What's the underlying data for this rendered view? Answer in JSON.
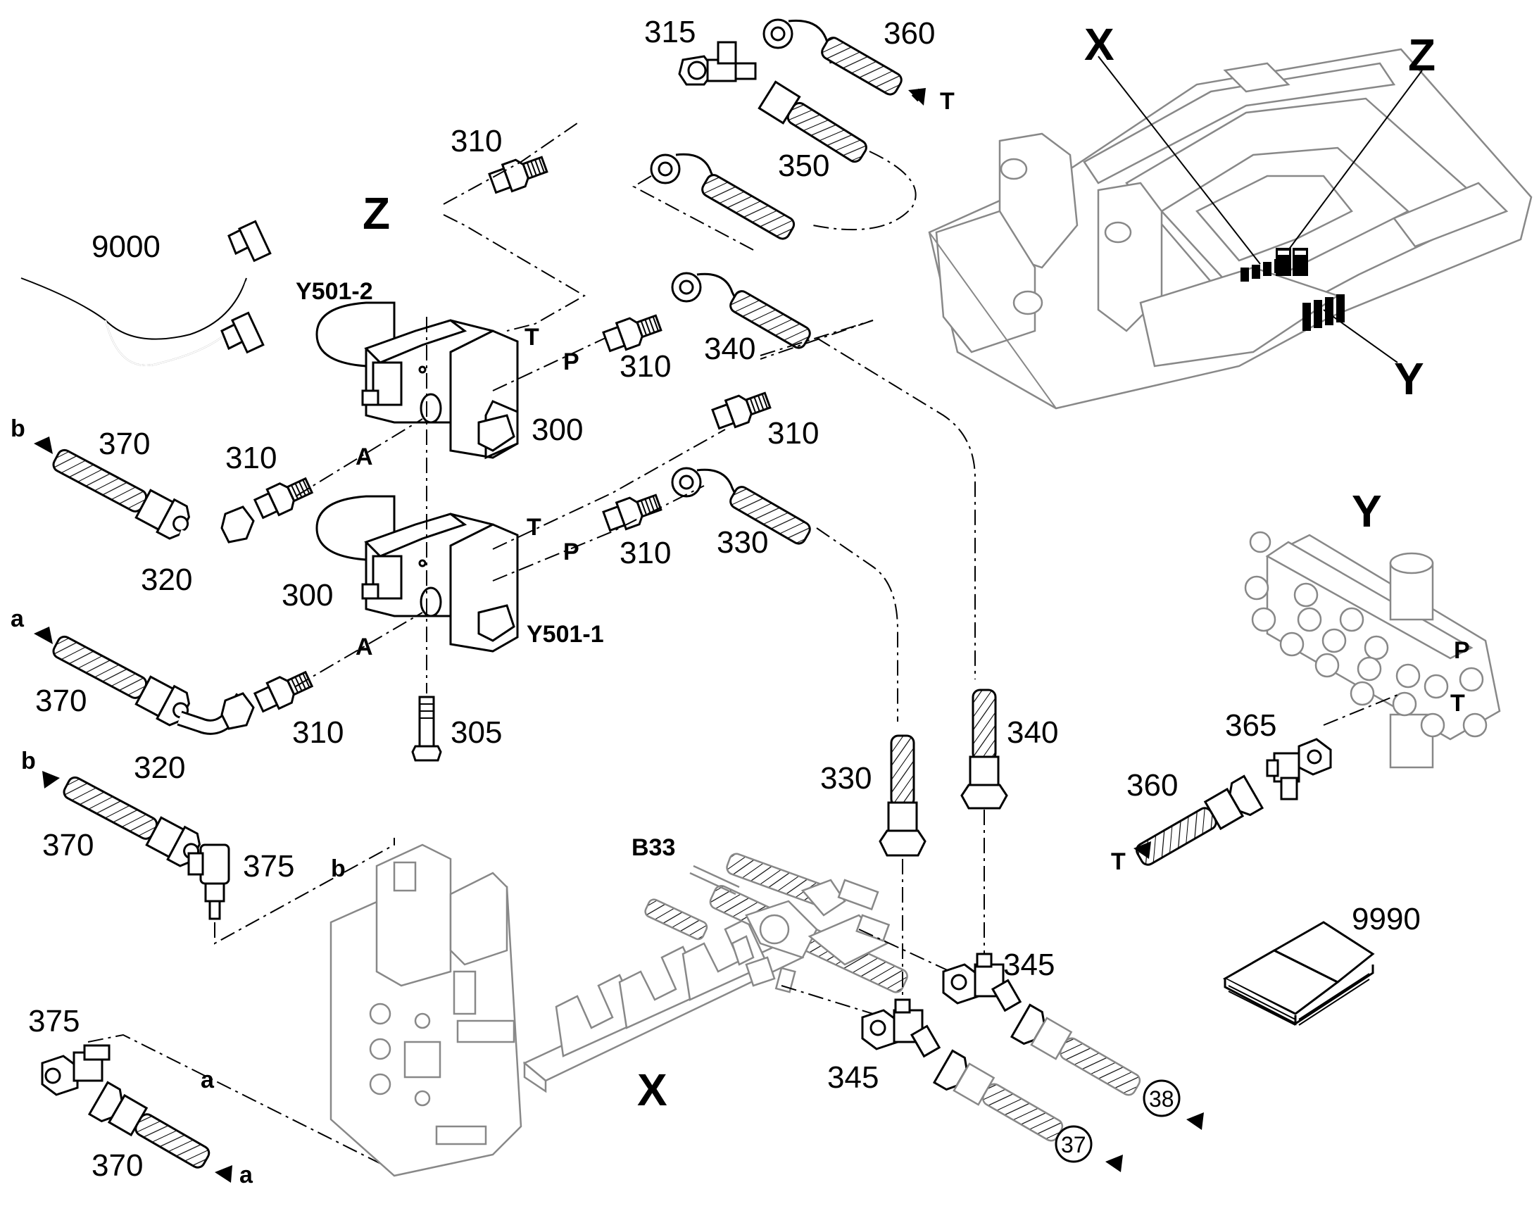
{
  "views": {
    "z": "Z",
    "x": "X",
    "y": "Y"
  },
  "overview": {
    "x": "X",
    "y": "Y",
    "z": "Z"
  },
  "parts": {
    "p300_top": "300",
    "p300_bot": "300",
    "p305": "305",
    "p310_a": "310",
    "p310_b": "310",
    "p310_c": "310",
    "p310_d": "310",
    "p310_e": "310",
    "p310_f": "310",
    "p315": "315",
    "p320_a": "320",
    "p320_b": "320",
    "p330_a": "330",
    "p330_b": "330",
    "p340_a": "340",
    "p340_b": "340",
    "p345_a": "345",
    "p345_b": "345",
    "p350": "350",
    "p360_a": "360",
    "p360_b": "360",
    "p365": "365",
    "p370_a": "370",
    "p370_b": "370",
    "p370_c": "370",
    "p370_d": "370",
    "p375_a": "375",
    "p375_b": "375",
    "p9000": "9000",
    "p9990": "9990"
  },
  "codes": {
    "y501_2": "Y501-2",
    "y501_1": "Y501-1",
    "b33": "B33"
  },
  "ports": {
    "t1": "T",
    "p1": "P",
    "a1": "A",
    "t2": "T",
    "p2": "P",
    "a2": "A",
    "t_out": "T",
    "t_in": "T",
    "y_p": "P",
    "y_t": "T",
    "b1": "b",
    "a_left": "a",
    "b2": "b",
    "b3": "b",
    "a_mid": "a",
    "a_bot": "a"
  },
  "circled": {
    "c37": "37",
    "c38": "38"
  }
}
